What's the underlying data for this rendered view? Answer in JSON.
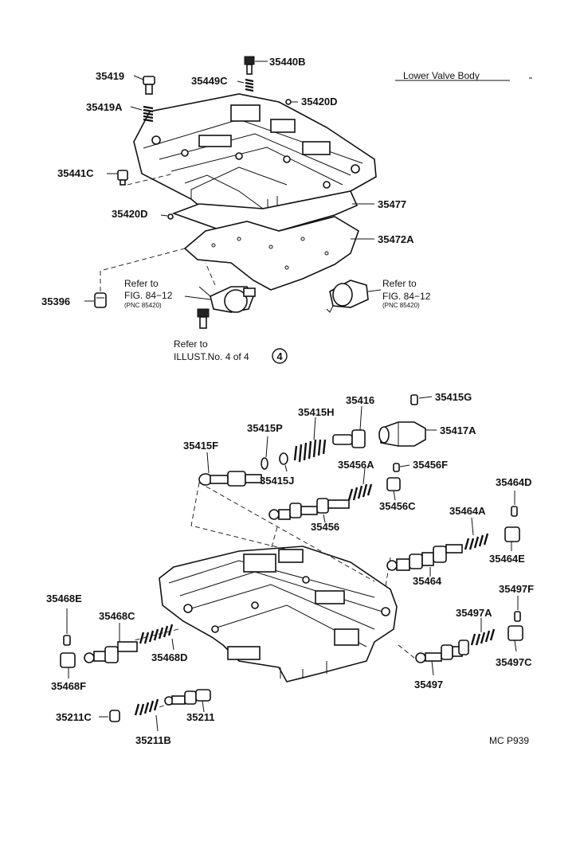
{
  "header": {
    "title": "Lower Valve Body"
  },
  "footer": {
    "code": "MC P939"
  },
  "labels": {
    "p35419": "35419",
    "p35440B": "35440B",
    "p35449C": "35449C",
    "p35419A": "35419A",
    "p35420D_top": "35420D",
    "p35441C": "35441C",
    "p35420D_mid": "35420D",
    "p35477": "35477",
    "p35472A": "35472A",
    "p35396": "35396",
    "p35416": "35416",
    "p35415G": "35415G",
    "p35415H": "35415H",
    "p35415P": "35415P",
    "p35417A": "35417A",
    "p35415F": "35415F",
    "p35456A": "35456A",
    "p35456F": "35456F",
    "p35415J": "35415J",
    "p35456C": "35456C",
    "p35464D": "35464D",
    "p35456": "35456",
    "p35464A": "35464A",
    "p35464E": "35464E",
    "p35464": "35464",
    "p35497F": "35497F",
    "p35468E": "35468E",
    "p35497A": "35497A",
    "p35468C": "35468C",
    "p35468D": "35468D",
    "p35497C": "35497C",
    "p35468F": "35468F",
    "p35497": "35497",
    "p35211C": "35211C",
    "p35211": "35211",
    "p35211B": "35211B"
  },
  "refs": {
    "left": {
      "line1": "Refer to",
      "line2": "FIG. 84−12",
      "line3": "(PNC 85420)"
    },
    "right": {
      "line1": "Refer to",
      "line2": "FIG. 84−12",
      "line3": "(PNC 85420)"
    },
    "illust": {
      "line1": "Refer to",
      "line2": "ILLUST.No. 4 of 4",
      "badge": "4"
    }
  }
}
